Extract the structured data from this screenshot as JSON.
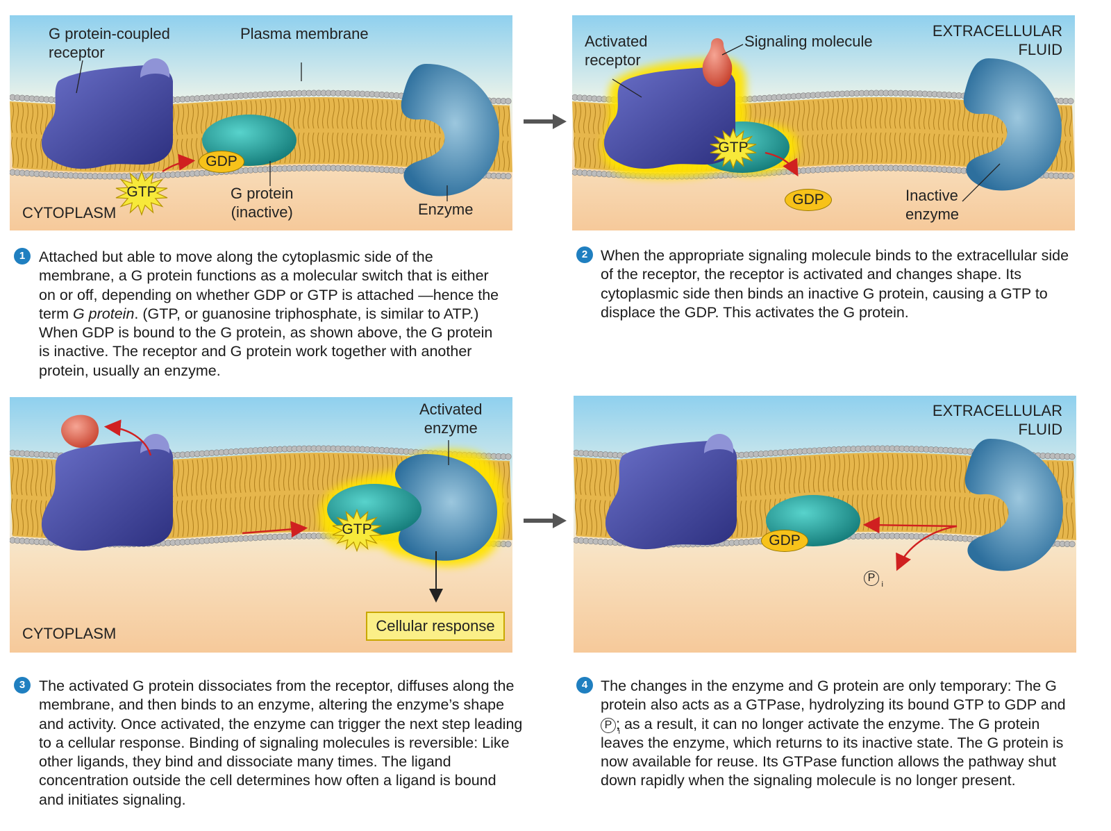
{
  "panel1": {
    "label_gpcr": "G protein-coupled\nreceptor",
    "label_membrane": "Plasma membrane",
    "label_gdp": "GDP",
    "label_gtp": "GTP",
    "label_gprotein": "G protein\n(inactive)",
    "label_enzyme": "Enzyme",
    "label_cytoplasm": "CYTOPLASM"
  },
  "panel2": {
    "label_activated_receptor": "Activated\nreceptor",
    "label_signaling": "Signaling molecule",
    "label_extracellular": "EXTRACELLULAR\nFLUID",
    "label_gtp": "GTP",
    "label_gdp": "GDP",
    "label_inactive_enzyme": "Inactive\nenzyme"
  },
  "panel3": {
    "label_activated_enzyme": "Activated\nenzyme",
    "label_gtp": "GTP",
    "label_response": "Cellular response",
    "label_cytoplasm": "CYTOPLASM"
  },
  "panel4": {
    "label_extracellular": "EXTRACELLULAR\nFLUID",
    "label_gdp": "GDP",
    "label_pi": "P",
    "label_pi_sub": "i"
  },
  "steps": [
    {
      "num": "1",
      "text_a": "Attached but able to move along the cytoplasmic side of the membrane, a G protein functions as a molecular switch that is either on or off, depending on whether GDP or GTP is attached —hence the term ",
      "text_em": "G protein",
      "text_b": ". (GTP, or guanosine triphosphate, is similar to ATP.) When GDP is bound to the G protein, as shown above, the G protein is inactive. The receptor and G protein work together with another protein, usually an enzyme."
    },
    {
      "num": "2",
      "text": "When the appropriate signaling molecule binds to the extracellular side of the receptor, the receptor is activated and changes shape. Its cytoplasmic side then binds an inactive G protein, causing a GTP to displace the GDP. This activates the G protein."
    },
    {
      "num": "3",
      "text": "The activated G protein dissociates from the receptor, diffuses along the membrane, and then binds to an enzyme, altering the enzyme’s shape and activity. Once activated, the enzyme can trigger the next step leading to a cellular response. Binding of signaling molecules is reversible: Like other ligands, they bind and dissociate many times. The ligand concentration outside the cell determines how often a ligand is bound and initiates signaling."
    },
    {
      "num": "4",
      "text_a": "The changes in the enzyme and G protein are only temporary: The G protein also acts as a GTPase, hydrolyzing its bound GTP to GDP and ",
      "pi": "P",
      "pi_sub": "i",
      "text_b": "; as a result, it can no longer activate the enzyme. The G protein leaves the enzyme, which returns to its inactive state. The G protein is now available for reuse. Its GTPase function allows the pathway shut down rapidly when the signaling molecule is no longer present."
    }
  ],
  "colors": {
    "sky_top": "#7fc6e6",
    "cytoplasm": "#f6c99a",
    "membrane_tail": "#e6b64c",
    "head": "#b9b9b9",
    "receptor": "#3f45a0",
    "gprotein": "#1fa3a0",
    "enzyme": "#3f86b4",
    "gtp": "#f7e93a",
    "glow": "#ffd900",
    "arrow_red": "#d02020",
    "step_blue": "#1f7fc0"
  }
}
